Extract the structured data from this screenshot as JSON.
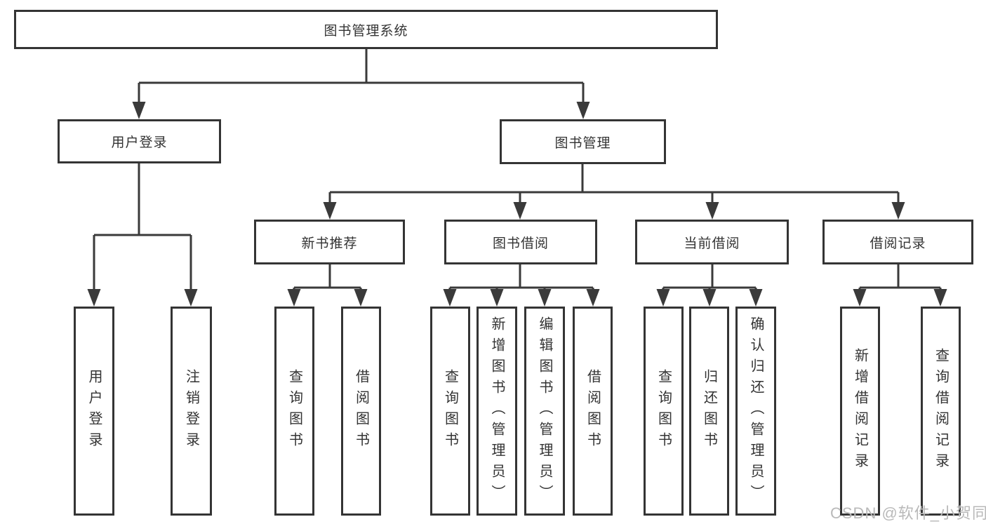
{
  "diagram": {
    "title": "图书管理系统",
    "level2": [
      {
        "label": "用户登录"
      },
      {
        "label": "图书管理"
      }
    ],
    "level3": [
      {
        "label": "新书推荐"
      },
      {
        "label": "图书借阅"
      },
      {
        "label": "当前借阅"
      },
      {
        "label": "借阅记录"
      }
    ],
    "leaves": [
      {
        "label": "用户登录",
        "parent": "用户登录"
      },
      {
        "label": "注销登录",
        "parent": "用户登录"
      },
      {
        "label": "查询图书",
        "parent": "新书推荐"
      },
      {
        "label": "借阅图书",
        "parent": "新书推荐"
      },
      {
        "label": "查询图书",
        "parent": "图书借阅"
      },
      {
        "label": "新增图书（管理员）",
        "parent": "图书借阅"
      },
      {
        "label": "编辑图书（管理员）",
        "parent": "图书借阅"
      },
      {
        "label": "借阅图书",
        "parent": "图书借阅"
      },
      {
        "label": "查询图书",
        "parent": "当前借阅"
      },
      {
        "label": "归还图书",
        "parent": "当前借阅"
      },
      {
        "label": "确认归还（管理员）",
        "parent": "当前借阅"
      },
      {
        "label": "新增借阅记录",
        "parent": "借阅记录"
      },
      {
        "label": "查询借阅记录",
        "parent": "借阅记录"
      }
    ],
    "colors": {
      "line": "#3a3a3a",
      "border": "#343434",
      "text": "#333333",
      "background": "#ffffff",
      "watermark": "#b9b9b9"
    }
  },
  "watermark": {
    "text": "CSDN @软件_小贺同学"
  }
}
